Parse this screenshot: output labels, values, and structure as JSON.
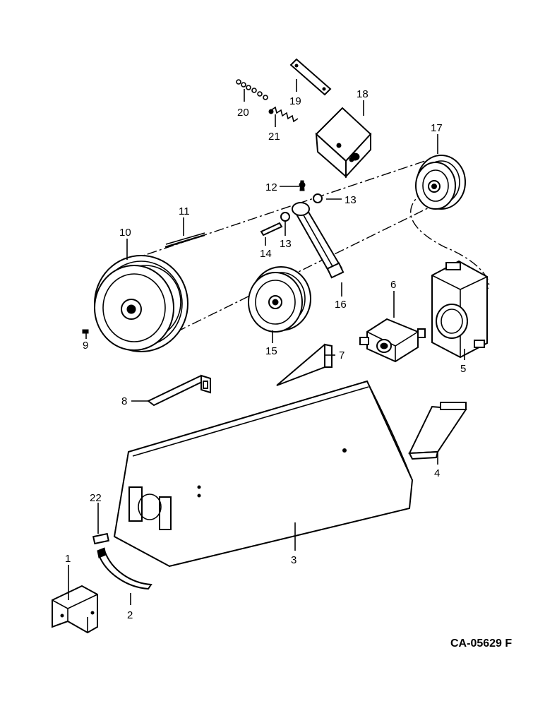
{
  "callouts": {
    "c1": "1",
    "c2": "2",
    "c3": "3",
    "c4": "4",
    "c5": "5",
    "c6": "6",
    "c7": "7",
    "c8": "8",
    "c9": "9",
    "c10": "10",
    "c11": "11",
    "c12": "12",
    "c13a": "13",
    "c13b": "13",
    "c14": "14",
    "c15": "15",
    "c16": "16",
    "c17": "17",
    "c18": "18",
    "c19": "19",
    "c20": "20",
    "c21": "21",
    "c22": "22"
  },
  "drawing_code": "CA-05629 F"
}
